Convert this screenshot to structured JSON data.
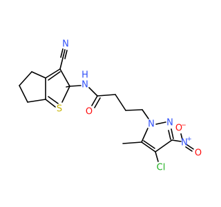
{
  "molecule": {
    "colors": {
      "bond": "#000000",
      "carbon": "#000000",
      "nitrogen": "#3050F8",
      "oxygen": "#FF0D0D",
      "sulfur": "#C8B400",
      "chlorine": "#1FB01F"
    },
    "atoms": {
      "nitrile_n": "N",
      "amide_nh": "N",
      "amide_h": "H",
      "thiophene_s": "S",
      "carbonyl_o": "O",
      "pyrazole_n1": "N",
      "pyrazole_n2": "N",
      "nitro_n": "N",
      "nitro_n_charge": "+",
      "nitro_o_top": "O",
      "nitro_o_right": "O",
      "nitro_o_charge": "−",
      "chloro": "Cl"
    }
  }
}
